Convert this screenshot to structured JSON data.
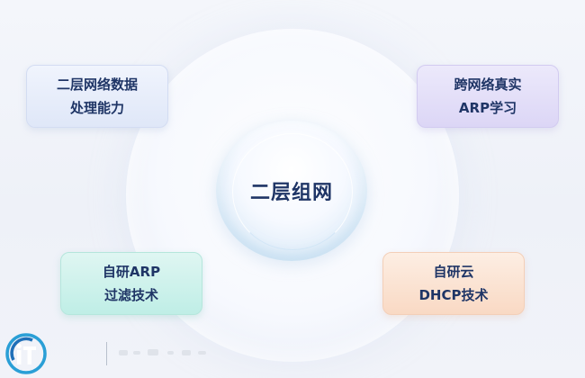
{
  "center": {
    "label": "二层组网"
  },
  "cards": {
    "top_left": {
      "line1": "二层网络数据",
      "line2": "处理能力"
    },
    "top_right": {
      "line1": "跨网络真实",
      "line2": "ARP学习"
    },
    "bottom_left": {
      "line1": "自研ARP",
      "line2": "过滤技术"
    },
    "bottom_right": {
      "line1": "自研云",
      "line2": "DHCP技术"
    }
  },
  "colors": {
    "text": "#1f3566",
    "card_top_left": "#dfe7f8",
    "card_top_right": "#dcd6f6",
    "card_bottom_left": "#bfeee6",
    "card_bottom_right": "#f9d9c4",
    "logo_accent": "#2a9fd6"
  },
  "logo": {
    "icon": "it-logo-icon"
  }
}
